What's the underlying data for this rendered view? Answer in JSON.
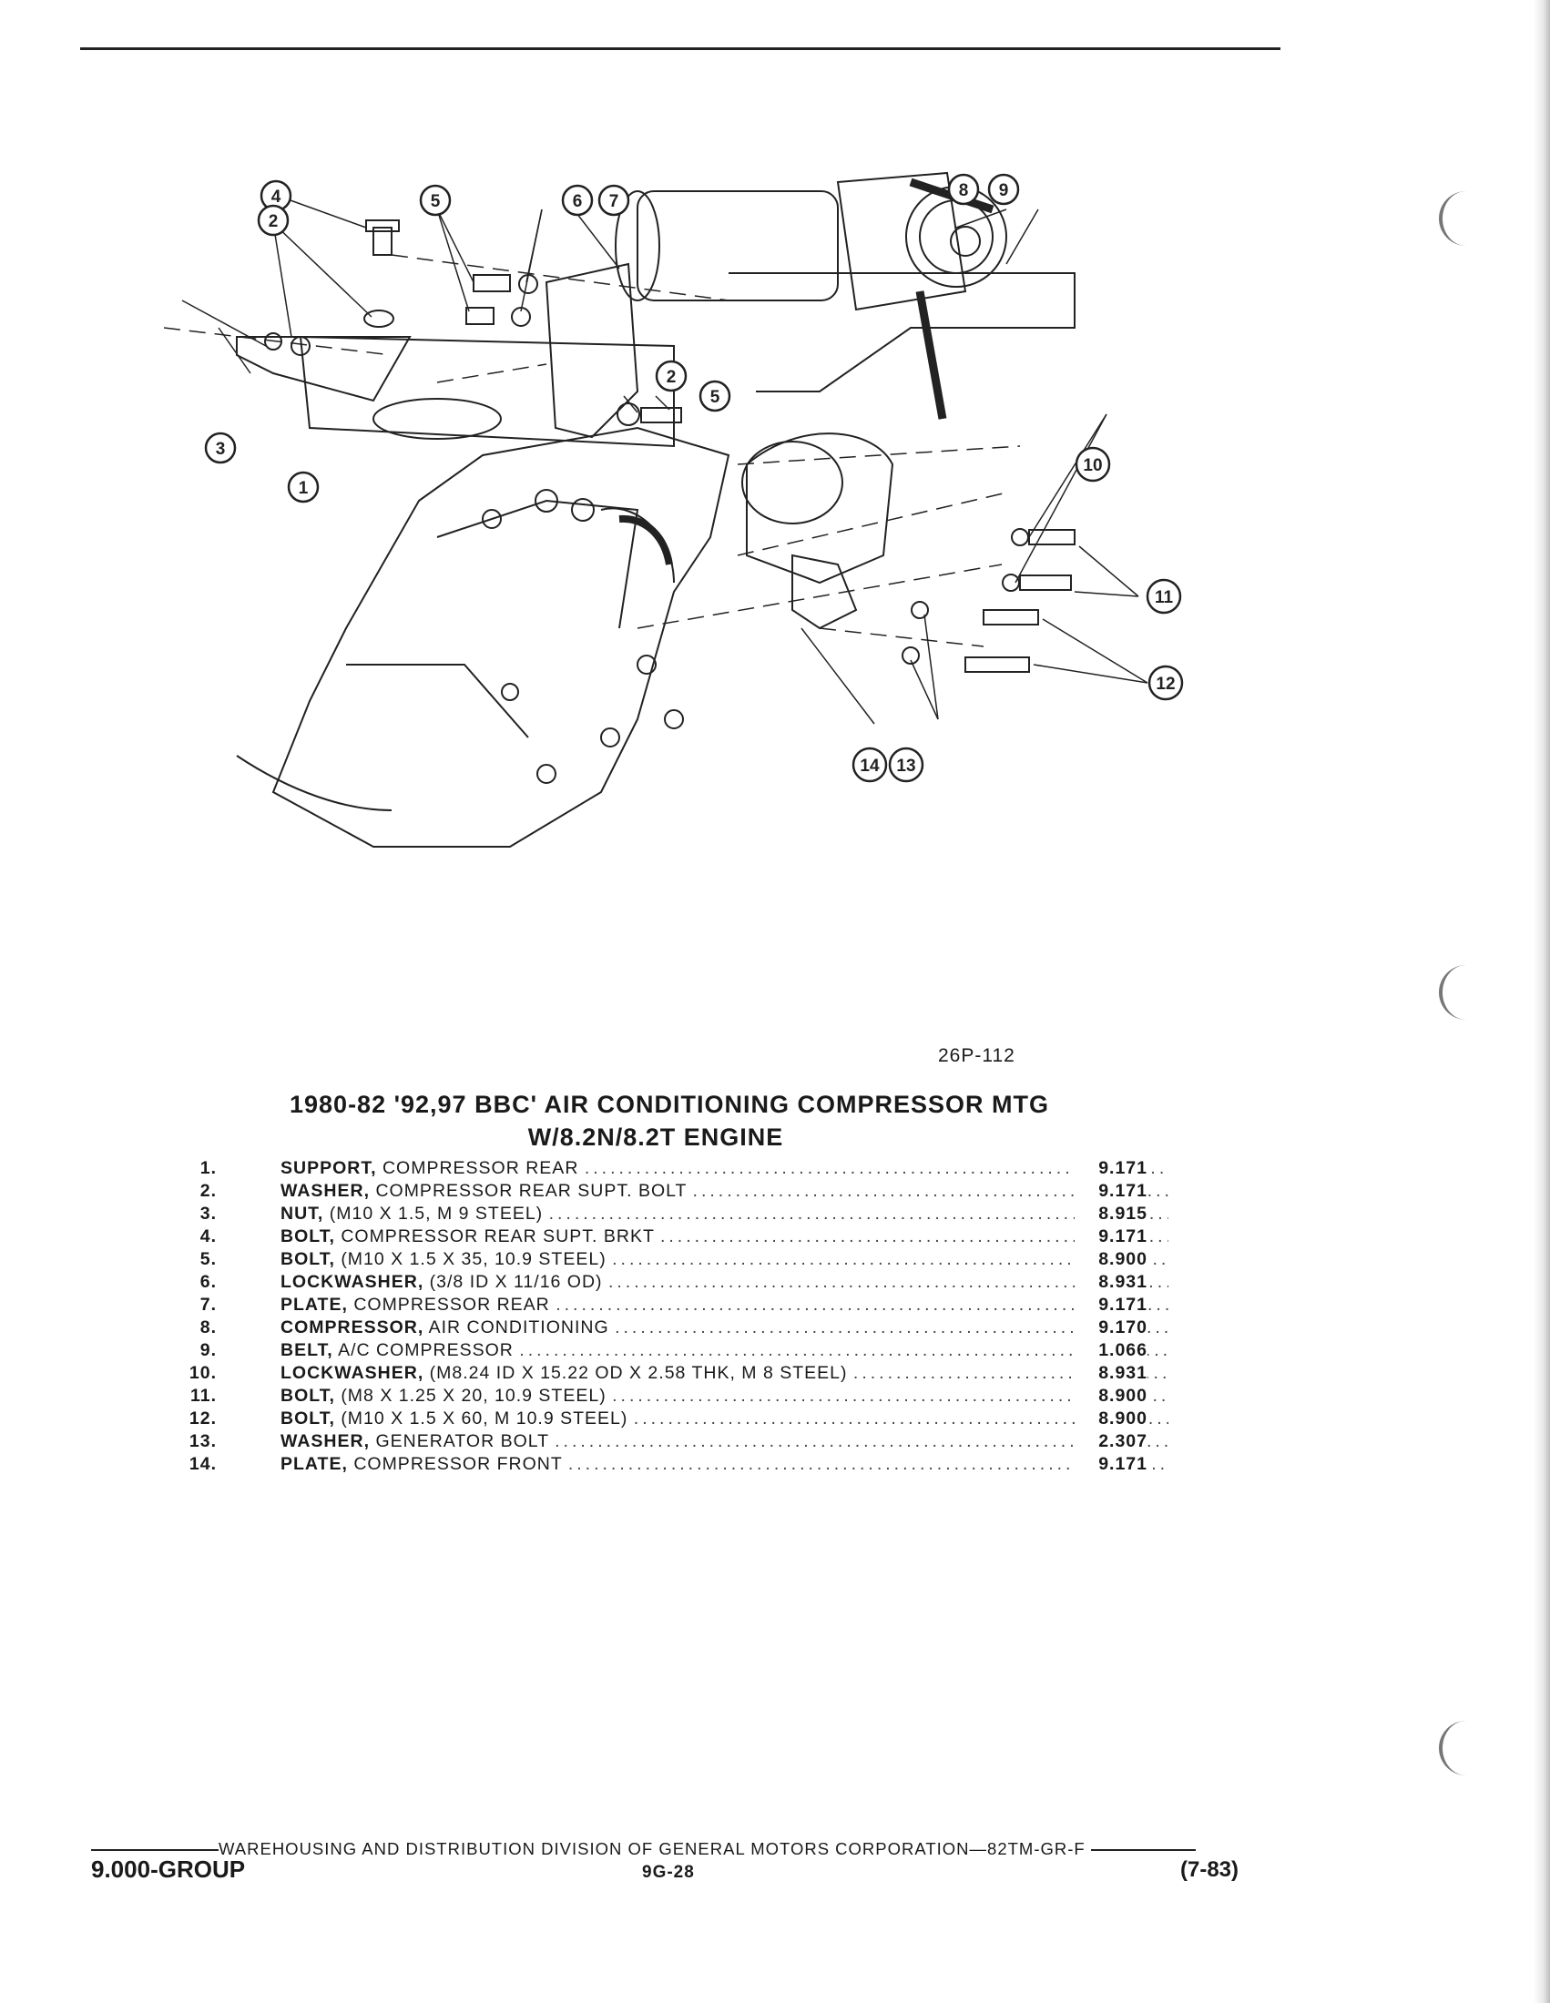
{
  "figure": {
    "id": "26P-112",
    "callouts": [
      "1",
      "2",
      "3",
      "4",
      "5",
      "6",
      "7",
      "8",
      "9",
      "10",
      "11",
      "12",
      "13",
      "14"
    ]
  },
  "title": {
    "line1": "1980-82 '92,97 BBC' AIR CONDITIONING COMPRESSOR MTG",
    "line2": "W/8.2N/8.2T ENGINE"
  },
  "parts": [
    {
      "no": "1.",
      "name": "SUPPORT,",
      "spec": "COMPRESSOR REAR",
      "group": "9.171"
    },
    {
      "no": "2.",
      "name": "WASHER,",
      "spec": "COMPRESSOR REAR SUPT. BOLT",
      "group": "9.171"
    },
    {
      "no": "3.",
      "name": "NUT,",
      "spec": "(M10 X 1.5, M 9 STEEL)",
      "group": "8.915"
    },
    {
      "no": "4.",
      "name": "BOLT,",
      "spec": "COMPRESSOR REAR SUPT. BRKT",
      "group": "9.171"
    },
    {
      "no": "5.",
      "name": "BOLT,",
      "spec": "(M10 X 1.5 X 35, 10.9 STEEL)",
      "group": "8.900"
    },
    {
      "no": "6.",
      "name": "LOCKWASHER,",
      "spec": "(3/8 ID X 11/16 OD)",
      "group": "8.931"
    },
    {
      "no": "7.",
      "name": "PLATE,",
      "spec": "COMPRESSOR REAR",
      "group": "9.171"
    },
    {
      "no": "8.",
      "name": "COMPRESSOR,",
      "spec": "AIR CONDITIONING",
      "group": "9.170"
    },
    {
      "no": "9.",
      "name": "BELT,",
      "spec": "A/C COMPRESSOR",
      "group": "1.066"
    },
    {
      "no": "10.",
      "name": "LOCKWASHER,",
      "spec": "(M8.24 ID X 15.22 OD X 2.58 THK, M 8 STEEL)",
      "group": "8.931"
    },
    {
      "no": "11.",
      "name": "BOLT,",
      "spec": "(M8 X 1.25 X 20, 10.9 STEEL)",
      "group": "8.900"
    },
    {
      "no": "12.",
      "name": "BOLT,",
      "spec": "(M10 X 1.5 X 60, M 10.9 STEEL)",
      "group": "8.900"
    },
    {
      "no": "13.",
      "name": "WASHER,",
      "spec": "GENERATOR BOLT",
      "group": "2.307"
    },
    {
      "no": "14.",
      "name": "PLATE,",
      "spec": "COMPRESSOR FRONT",
      "group": "9.171"
    }
  ],
  "footer": {
    "publisher": "WAREHOUSING AND DISTRIBUTION DIVISION OF GENERAL MOTORS CORPORATION—82TM-GR-F",
    "group": "9.000-GROUP",
    "page": "9G-28",
    "date": "(7-83)"
  }
}
